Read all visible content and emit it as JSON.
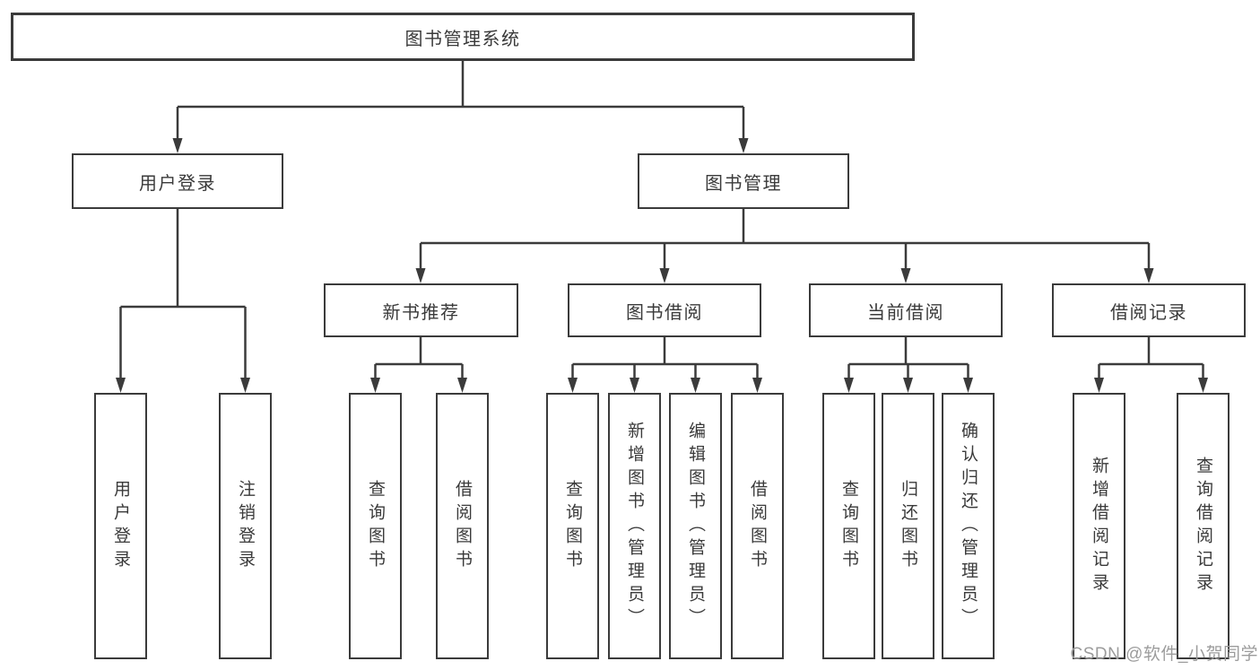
{
  "diagram": {
    "root": {
      "label": "图书管理系统"
    },
    "level2": [
      {
        "label": "用户登录"
      },
      {
        "label": "图书管理"
      }
    ],
    "level3": [
      {
        "label": "新书推荐"
      },
      {
        "label": "图书借阅"
      },
      {
        "label": "当前借阅"
      },
      {
        "label": "借阅记录"
      }
    ],
    "leaves": {
      "user_login": [
        "用户登录",
        "注销登录"
      ],
      "new_books": [
        "查询图书",
        "借阅图书"
      ],
      "book_borrowing": [
        "查询图书",
        "新增图书（管理员）",
        "编辑图书（管理员）",
        "借阅图书"
      ],
      "current_borrowing": [
        "查询图书",
        "归还图书",
        "确认归还（管理员）"
      ],
      "borrowing_records": [
        "新增借阅记录",
        "查询借阅记录"
      ]
    }
  },
  "watermark": {
    "text": "CSDN @软件_小贺同学"
  },
  "colors": {
    "line": "#3b3b3b",
    "text": "#3a3a3a",
    "box_fill": "#ffffff",
    "background": "#ffffff",
    "watermark": "#9c9c9c"
  }
}
